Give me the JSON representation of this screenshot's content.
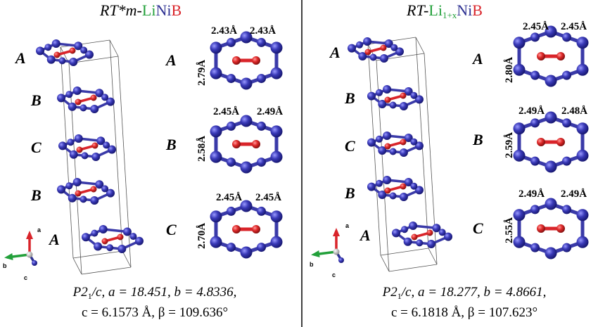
{
  "left": {
    "title_italic": "RT*m-",
    "title_li": "Li",
    "title_ni": "Ni",
    "title_b": "B",
    "caption_line1_sg": "P2",
    "caption_line1_sg_sub": "1",
    "caption_line1_rest": "/c, a = 18.451, b = 4.8336,",
    "caption_line2": "c = 6.1573 Å, β = 109.636°",
    "stack_labels": [
      "A",
      "B",
      "C",
      "B",
      "A"
    ],
    "layers": [
      {
        "label": "A",
        "top_left": "2.43Å",
        "top_right": "2.43Å",
        "side": "2.79Å"
      },
      {
        "label": "B",
        "top_left": "2.45Å",
        "top_right": "2.49Å",
        "side": "2.58Å"
      },
      {
        "label": "C",
        "top_left": "2.45Å",
        "top_right": "2.45Å",
        "side": "2.70Å"
      }
    ]
  },
  "right": {
    "title_italic": "RT-",
    "title_li": "Li",
    "title_li_sub": "1+x",
    "title_ni": "Ni",
    "title_b": "B",
    "caption_line1_sg": "P2",
    "caption_line1_sg_sub": "1",
    "caption_line1_rest": "/c, a = 18.277, b = 4.8661,",
    "caption_line2": "c = 6.1818 Å, β = 107.623°",
    "stack_labels": [
      "A",
      "B",
      "C",
      "B",
      "A"
    ],
    "layers": [
      {
        "label": "A",
        "top_left": "2.45Å",
        "top_right": "2.45Å",
        "side": "2.80Å"
      },
      {
        "label": "B",
        "top_left": "2.49Å",
        "top_right": "2.48Å",
        "side": "2.59Å"
      },
      {
        "label": "C",
        "top_left": "2.49Å",
        "top_right": "2.49Å",
        "side": "2.55Å"
      }
    ]
  },
  "axes": {
    "a": "a",
    "b": "b",
    "c": "c"
  },
  "colors": {
    "ni": "#3a3aa8",
    "b": "#d9242a",
    "li": "#22a03a",
    "axis_a": "#d9242a",
    "axis_b": "#22a03a",
    "axis_c": "#2e3192"
  }
}
